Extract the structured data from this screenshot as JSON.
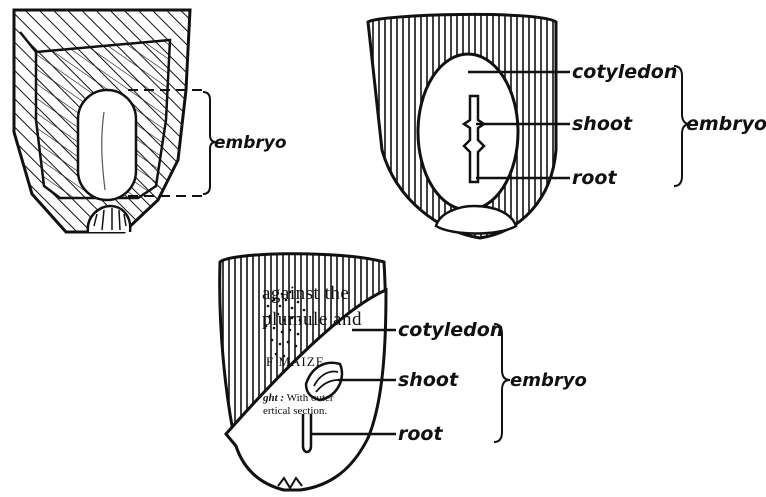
{
  "figure": {
    "left_diagram": {
      "label": "embryo"
    },
    "right_diagram": {
      "labels": {
        "cotyledon": "cotyledon",
        "shoot": "shoot",
        "root": "root",
        "group": "embryo"
      }
    },
    "bottom_diagram": {
      "labels": {
        "cotyledon": "cotyledon",
        "shoot": "shoot",
        "root": "root",
        "group": "embryo"
      }
    }
  },
  "text": {
    "line1": "against the",
    "line2": "plumule and",
    "caption_title": "F MAIZE",
    "caption_line1_emph": "ght :",
    "caption_line1_rest": " With outer",
    "caption_line2": "ertical section."
  }
}
